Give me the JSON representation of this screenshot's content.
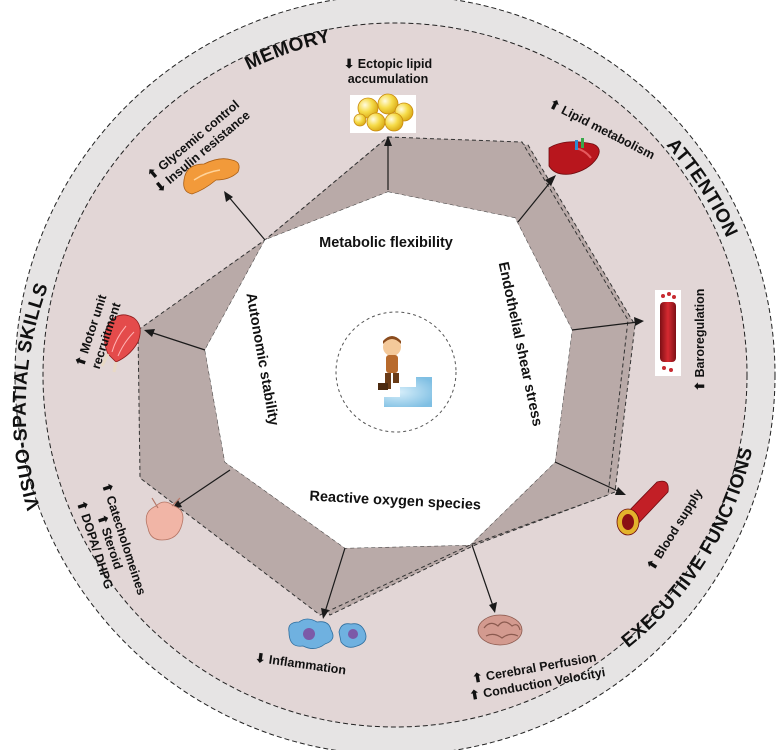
{
  "domains": {
    "memory": "MEMORY",
    "attention": "ATTENTION",
    "executive": "EXECUTIIVE FUNCTIONS",
    "visuospatial": "VISUO-SPATIAL SKILLS"
  },
  "mechanisms": {
    "metabolic": "Metabolic flexibility",
    "endothelial": "Endothelial shear stress",
    "ros": "Reactive oxygen species",
    "autonomic": "Autonomic stability"
  },
  "effects": {
    "lipid_acc_1": "⬇ Ectopic lipid",
    "lipid_acc_2": "accumulation",
    "lipid_met": "⬆ Lipid metabolism",
    "baro": "⬆ Baroregulation",
    "blood": "⬆ Blood supply",
    "cereb_1": "⬆ Cerebral Perfusion",
    "cereb_2": "⬆ Conduction Velocityi",
    "inflam": "⬇ Inflammation",
    "catec_1": "⬆ Catecholomeines",
    "catec_2": "⬆ Steroid",
    "catec_3": "⬆ DOPA/ DHPG",
    "motor_1": "⬆ Motor unit",
    "motor_2": "recruitment",
    "glyc_1": "⬆ Glycemic control",
    "glyc_2": "⬇ Insulin resistance"
  },
  "icons": {
    "center": "person-climbing-stairs-icon",
    "fat": "fat-cells-icon",
    "liver": "liver-icon",
    "vessel_baro": "blood-vessel-icon",
    "artery": "artery-cross-section-icon",
    "brain": "brain-icon",
    "immune": "immune-cells-icon",
    "adrenal": "adrenal-gland-icon",
    "muscle": "muscle-icon",
    "pancreas": "pancreas-icon"
  },
  "colors": {
    "outer_ring": "#e6e4e4",
    "effect_ring": "#e2d6d6",
    "mechanism_ring": "#b9aaa8",
    "inner_white": "#ffffff"
  }
}
